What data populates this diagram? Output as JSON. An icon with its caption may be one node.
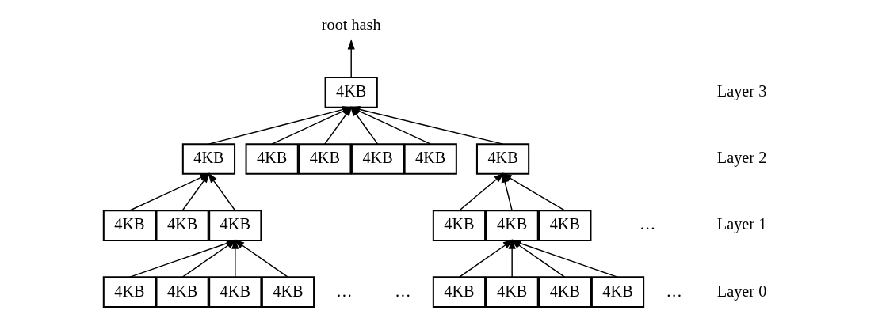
{
  "diagram": {
    "nodes": [
      {
        "text": [
          "root hash"
        ]
      },
      {
        "text": [
          "4KB"
        ]
      },
      {
        "text": [
          "4KB"
        ]
      },
      {
        "text": [
          "4KB"
        ]
      },
      {
        "text": [
          "4KB"
        ]
      },
      {
        "text": [
          "4KB"
        ]
      },
      {
        "text": [
          "4KB"
        ]
      },
      {
        "text": [
          "4KB"
        ]
      },
      {
        "text": [
          "4KB"
        ]
      },
      {
        "text": [
          "4KB"
        ]
      },
      {
        "text": [
          "4KB"
        ]
      },
      {
        "text": [
          "4KB"
        ]
      },
      {
        "text": [
          "4KB"
        ]
      },
      {
        "text": [
          "4KB"
        ]
      },
      {
        "text": [
          "4KB"
        ]
      },
      {
        "text": [
          "4KB"
        ]
      },
      {
        "text": [
          "4KB"
        ]
      },
      {
        "text": [
          "4KB"
        ]
      },
      {
        "text": [
          "4KB"
        ]
      },
      {
        "text": [
          "4KB"
        ]
      },
      {
        "text": [
          "4KB"
        ]
      },
      {
        "text": [
          "4KB"
        ]
      }
    ],
    "edges": [
      {
        "from": 1,
        "to": 0,
        "arrow": "to"
      },
      {
        "from": 2,
        "to": 1,
        "arrow": "to"
      },
      {
        "from": 3,
        "to": 1,
        "arrow": "to"
      },
      {
        "from": 4,
        "to": 1,
        "arrow": "to"
      },
      {
        "from": 5,
        "to": 1,
        "arrow": "to"
      },
      {
        "from": 6,
        "to": 1,
        "arrow": "to"
      },
      {
        "from": 7,
        "to": 1,
        "arrow": "to"
      },
      {
        "from": 8,
        "to": 2,
        "arrow": "to"
      },
      {
        "from": 9,
        "to": 2,
        "arrow": "to"
      },
      {
        "from": 10,
        "to": 2,
        "arrow": "to"
      },
      {
        "from": 11,
        "to": 7,
        "arrow": "to"
      },
      {
        "from": 12,
        "to": 7,
        "arrow": "to"
      },
      {
        "from": 13,
        "to": 7,
        "arrow": "to"
      },
      {
        "from": 14,
        "to": 8,
        "arrow": "to"
      },
      {
        "from": 15,
        "to": 8,
        "arrow": "to"
      },
      {
        "from": 16,
        "to": 8,
        "arrow": "to"
      },
      {
        "from": 17,
        "to": 8,
        "arrow": "to"
      },
      {
        "from": 18,
        "to": 13,
        "arrow": "to"
      },
      {
        "from": 19,
        "to": 13,
        "arrow": "to"
      },
      {
        "from": 20,
        "to": 13,
        "arrow": "to"
      },
      {
        "from": 21,
        "to": 13,
        "arrow": "to"
      }
    ],
    "labels": [
      "Layer 3",
      "Layer 2",
      "Layer 1",
      "…",
      "Layer 0",
      "…",
      "…",
      "…"
    ]
  }
}
